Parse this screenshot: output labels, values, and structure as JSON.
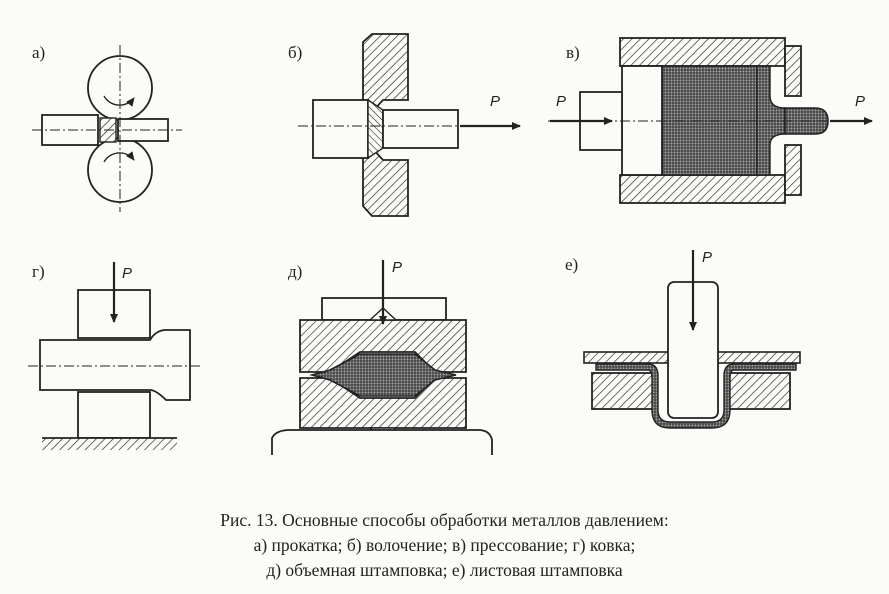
{
  "panels": {
    "a": {
      "label": "а)"
    },
    "b": {
      "label": "б)",
      "force": "P"
    },
    "v": {
      "label": "в)",
      "force_in": "P",
      "force_out": "P"
    },
    "g": {
      "label": "г)",
      "force": "P"
    },
    "d": {
      "label": "д)",
      "force": "P"
    },
    "e": {
      "label": "е)",
      "force": "P"
    }
  },
  "caption": {
    "line1": "Рис. 13. Основные способы обработки металлов давлением:",
    "line2": "а) прокатка; б) волочение; в) прессование; г) ковка;",
    "line3": "д) объемная штамповка; е) листовая штамповка"
  }
}
